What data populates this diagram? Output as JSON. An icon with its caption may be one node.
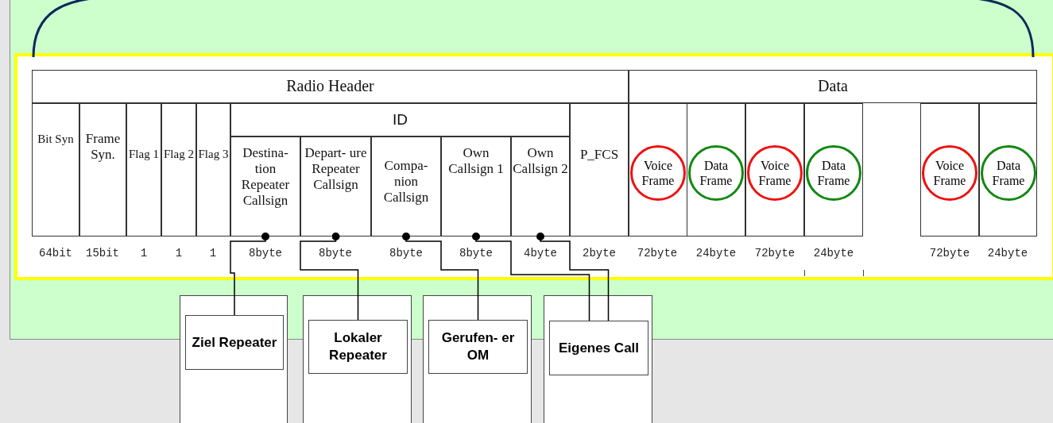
{
  "diagram": {
    "nodes": [
      {
        "text": [
          "Radio Header"
        ]
      },
      {
        "text": [
          "Data"
        ]
      },
      {
        "text": [
          "Bit Syn"
        ]
      },
      {
        "text": [
          "Frame Syn."
        ]
      },
      {
        "text": [
          "Flag 1"
        ]
      },
      {
        "text": [
          "Flag 2"
        ]
      },
      {
        "text": [
          "Flag 3"
        ]
      },
      {
        "text": [
          "ID"
        ]
      },
      {
        "text": [
          "Destina- tion Repeater Callsign"
        ]
      },
      {
        "text": [
          "Depart- ure Repeater Callsign"
        ]
      },
      {
        "text": [
          "Compa- nion Callsign"
        ]
      },
      {
        "text": [
          "Own Callsign 1"
        ]
      },
      {
        "text": [
          "Own Callsign 2"
        ]
      },
      {
        "text": [
          "P_FCS"
        ]
      },
      {
        "text": [
          "Voice Frame"
        ]
      },
      {
        "text": [
          "Data Frame"
        ]
      },
      {
        "text": [
          "Voice Frame"
        ]
      },
      {
        "text": [
          "Data Frame"
        ]
      },
      {
        "text": [
          "Voice Frame"
        ]
      },
      {
        "text": [
          "Data Frame"
        ]
      },
      {
        "text": [],
        "shape": "box"
      },
      {
        "text": [
          "Ziel Repeater"
        ],
        "in": 20
      },
      {
        "text": [],
        "shape": "box"
      },
      {
        "text": [
          "Lokaler Repeater"
        ],
        "in": 22
      },
      {
        "text": [],
        "shape": "box"
      },
      {
        "text": [
          "Gerufen- er OM"
        ],
        "in": 24
      },
      {
        "text": [],
        "shape": "box"
      },
      {
        "text": [
          "Eigenes Call"
        ],
        "in": 26
      }
    ],
    "edges": [
      {
        "from": 21,
        "to": 8,
        "arrow": "other"
      },
      {
        "from": 23,
        "to": 9,
        "arrow": "other"
      },
      {
        "from": 25,
        "to": 10,
        "arrow": "other"
      },
      {
        "from": 27,
        "to": 11,
        "arrow": "other"
      },
      {
        "from": 27,
        "to": 12,
        "arrow": "other"
      }
    ],
    "labels": [
      "64bit",
      "15bit",
      "1",
      "1",
      "1",
      "8byte",
      "8byte",
      "8byte",
      "8byte",
      "4byte",
      "2byte",
      "72byte",
      "24byte",
      "72byte",
      "24byte",
      "72byte",
      "24byte"
    ]
  }
}
